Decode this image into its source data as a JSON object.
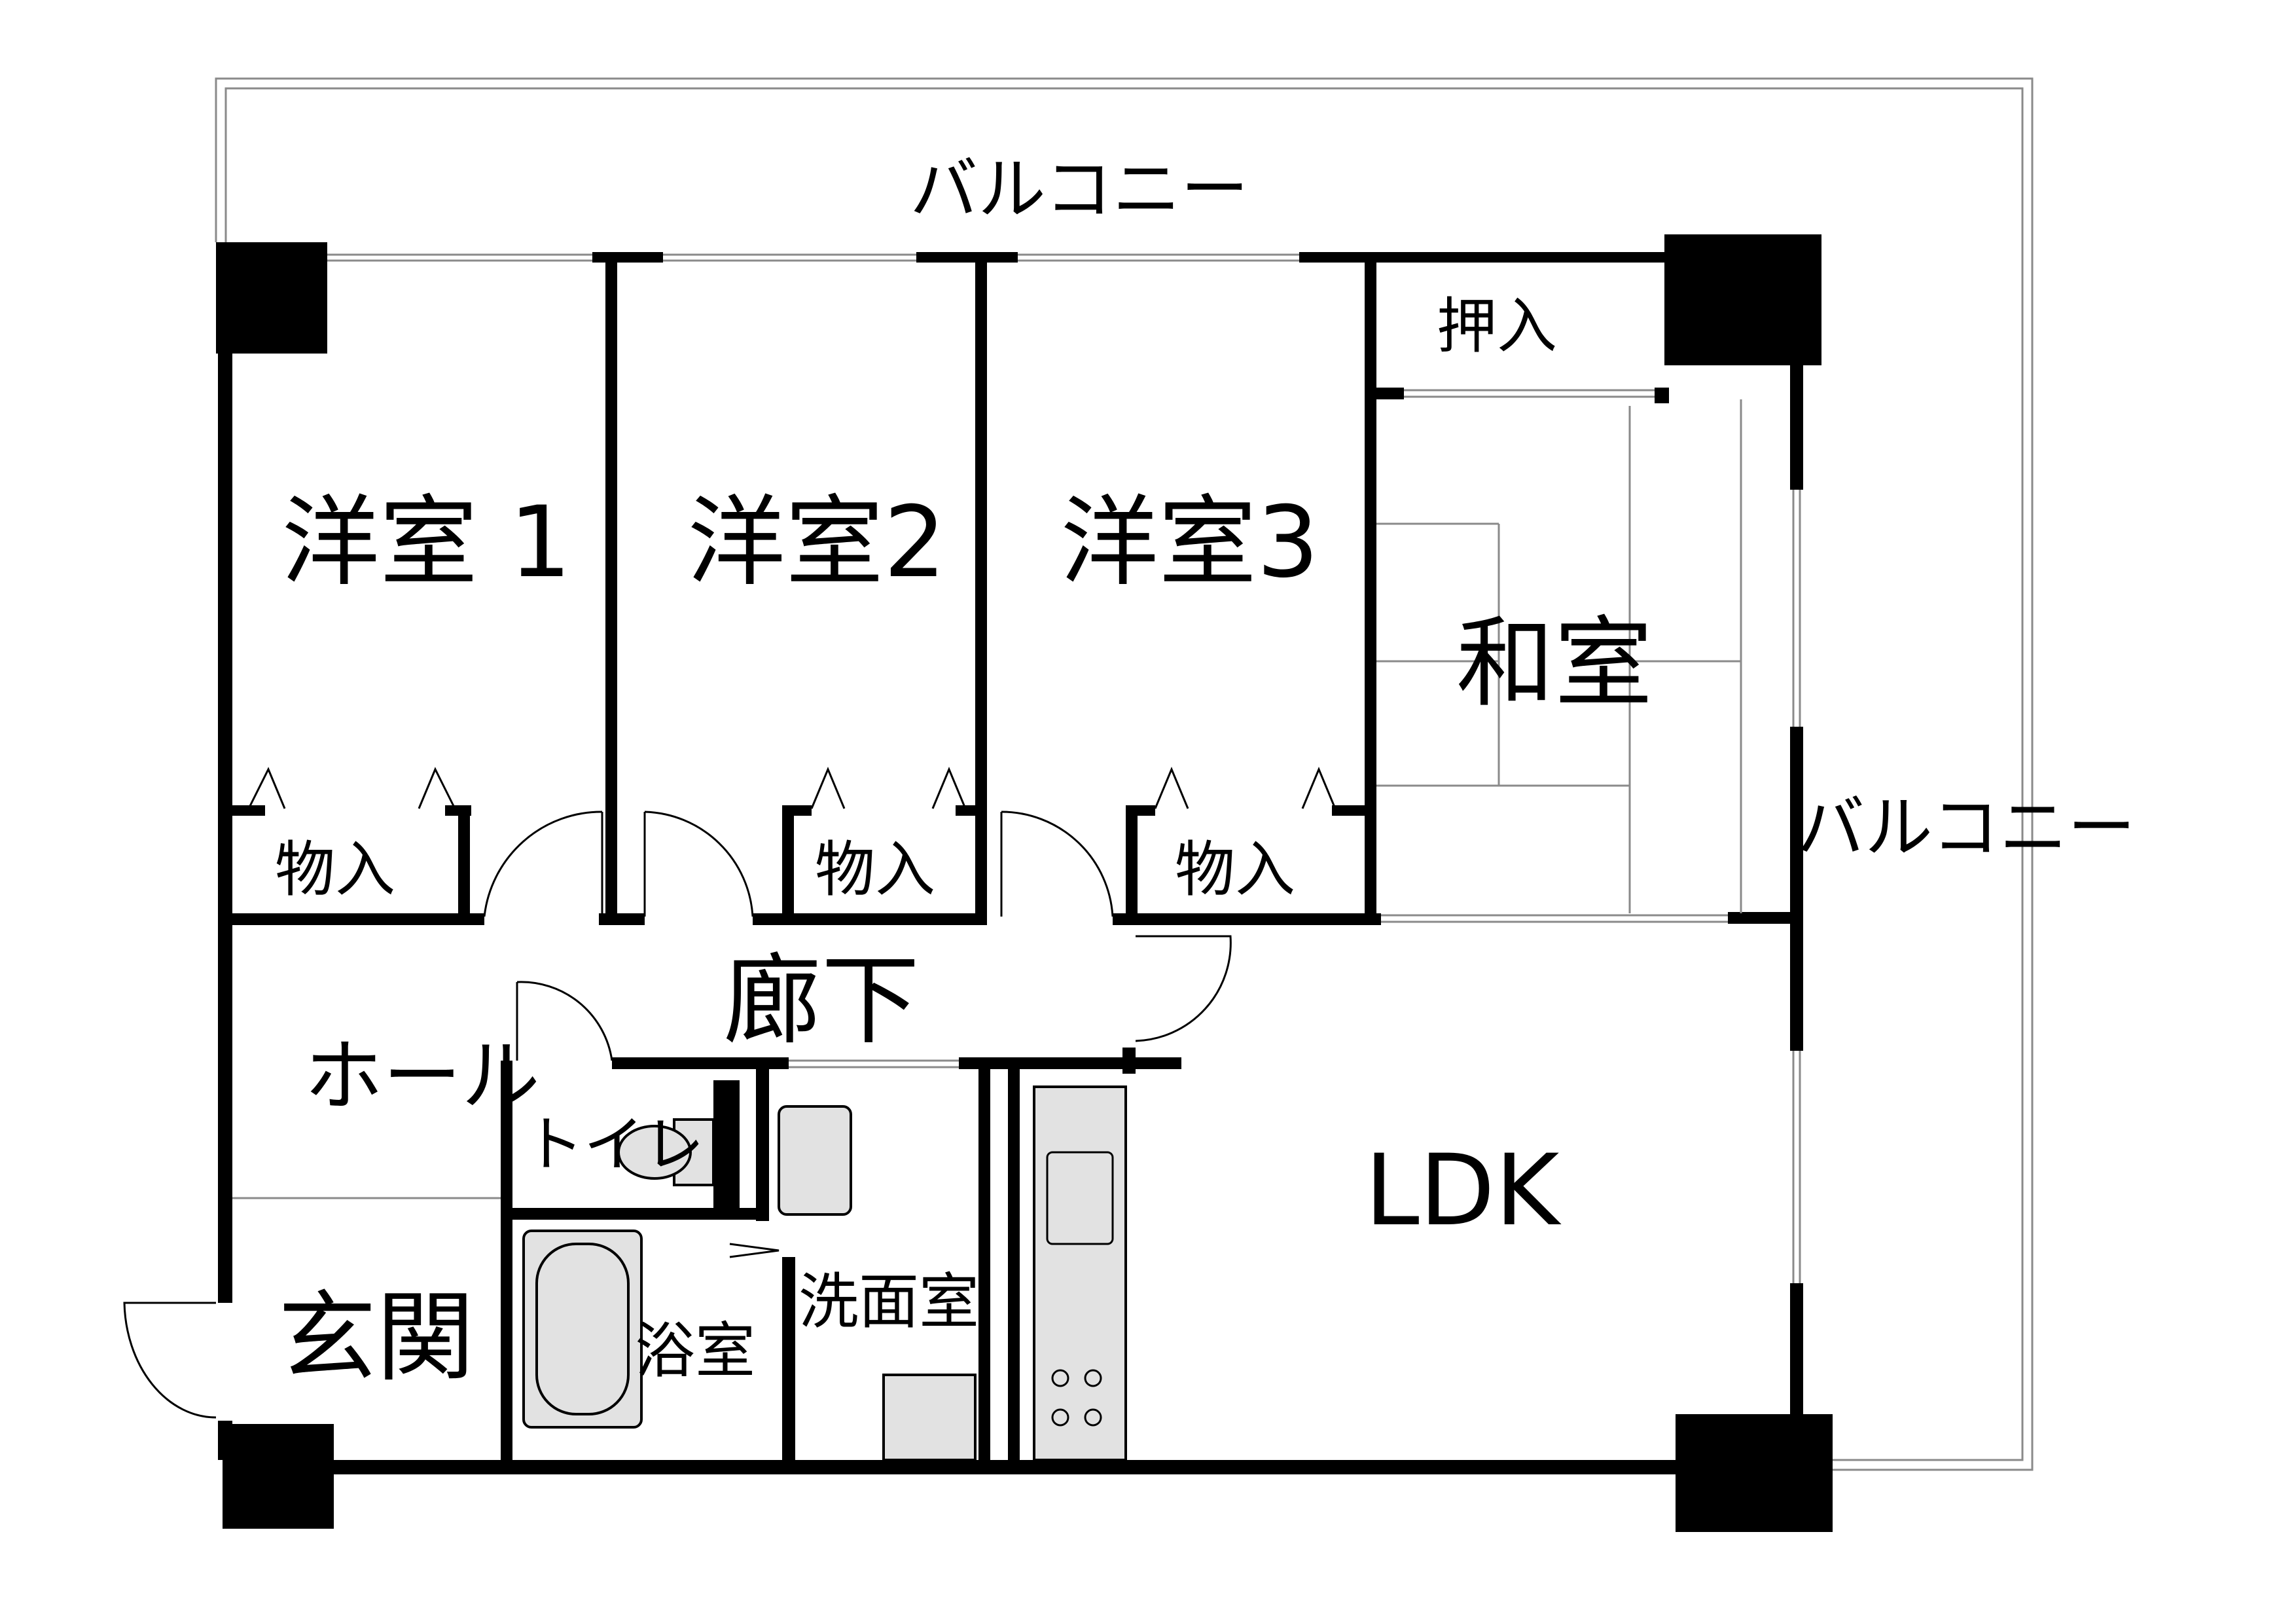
{
  "rooms": {
    "western_1": "洋室 1",
    "western_2": "洋室2",
    "western_3": "洋室3",
    "japanese": "和室",
    "ldk": "LDK",
    "hallway": "廊下",
    "hall": "ホール",
    "entrance": "玄関",
    "toilet": "トイレ",
    "bath": "浴室",
    "washroom": "洗面室"
  },
  "storage": {
    "closet_1": "物入",
    "closet_2": "物入",
    "closet_3": "物入",
    "oshiire": "押入"
  },
  "balconies": {
    "top": "バルコニー",
    "right": "バルコニー"
  }
}
